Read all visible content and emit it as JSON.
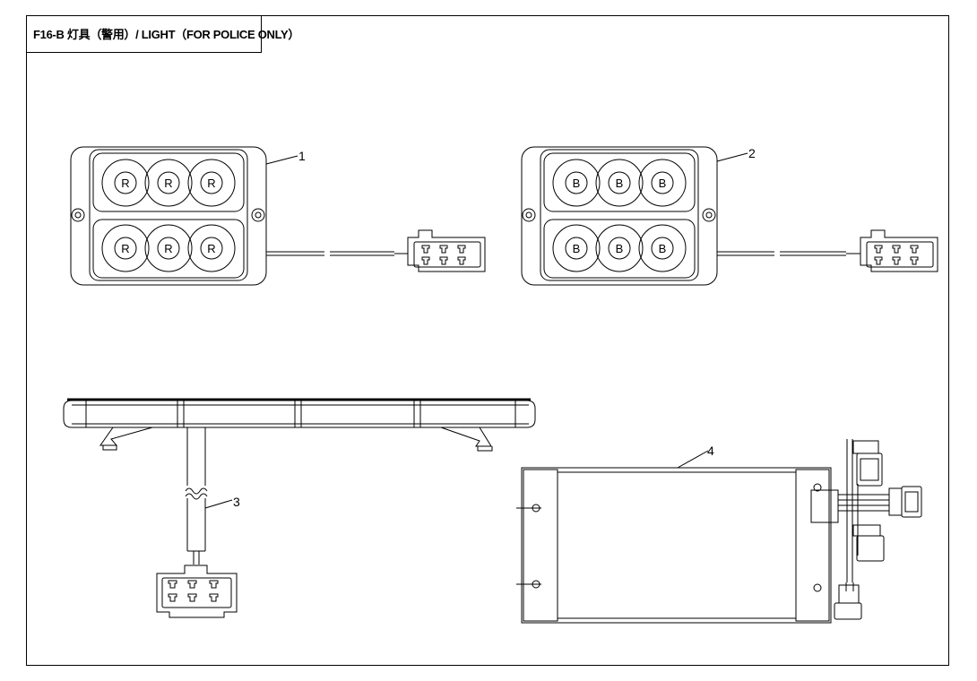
{
  "title": "F16-B 灯具（警用）/ LIGHT（FOR POLICE ONLY）",
  "callouts": {
    "red_light": "1",
    "blue_light": "2",
    "light_bar": "3",
    "control_box": "4"
  },
  "lens_marks": {
    "red": "R",
    "blue": "B"
  },
  "line_color": "#000000"
}
